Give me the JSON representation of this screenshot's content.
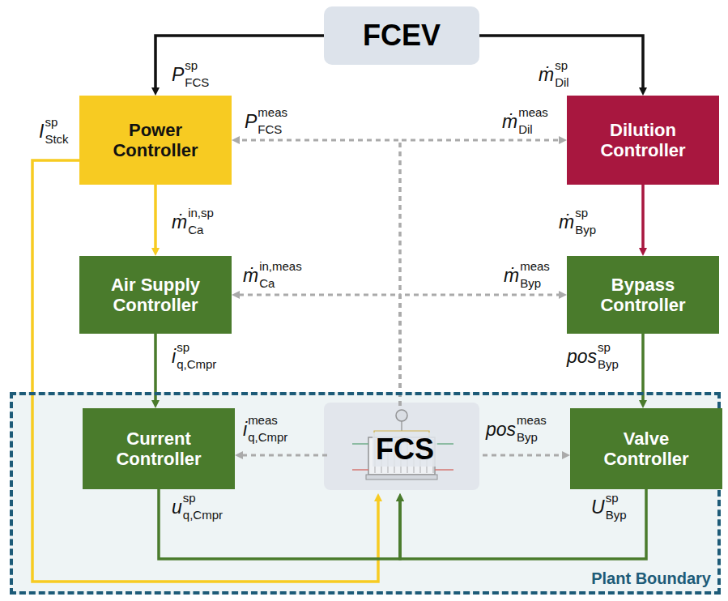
{
  "diagram": {
    "nodes": [
      {
        "text": [
          "FCEV"
        ]
      },
      {
        "text": [
          "Power Controller"
        ]
      },
      {
        "text": [
          "Dilution Controller"
        ]
      },
      {
        "text": [
          "Air Supply Controller"
        ]
      },
      {
        "text": [
          "Bypass Controller"
        ]
      },
      {
        "text": [
          "Plant Boundary"
        ]
      },
      {
        "text": [
          "Current Controller"
        ],
        "in": 5
      },
      {
        "text": [
          "FCS"
        ],
        "in": 5
      },
      {
        "text": [
          "Valve Controller"
        ],
        "in": 5
      }
    ],
    "edges": [
      {
        "from": 0,
        "to": 1,
        "arrow": "to"
      },
      {
        "from": 0,
        "to": 2,
        "arrow": "to"
      },
      {
        "from": 1,
        "to": 3,
        "arrow": "to"
      },
      {
        "from": 2,
        "to": 4,
        "arrow": "to"
      },
      {
        "from": 3,
        "to": 6,
        "arrow": "to"
      },
      {
        "from": 4,
        "to": 8,
        "arrow": "to"
      },
      {
        "from": 1,
        "to": 7,
        "arrow": "to"
      },
      {
        "from": 6,
        "to": 7,
        "arrow": "to"
      },
      {
        "from": 8,
        "to": 7,
        "arrow": "to"
      },
      {
        "from": 7,
        "to": 1,
        "arrow": "to"
      },
      {
        "from": 7,
        "to": 2,
        "arrow": "to"
      },
      {
        "from": 7,
        "to": 3,
        "arrow": "to"
      },
      {
        "from": 7,
        "to": 4,
        "arrow": "to"
      },
      {
        "from": 7,
        "to": 6,
        "arrow": "to"
      },
      {
        "from": 7,
        "to": 8,
        "arrow": "to"
      }
    ],
    "labels": [
      "P",
      "FCS",
      "sp",
      "ṁ",
      "Dil",
      "sp",
      "I",
      "Stck",
      "sp",
      "P",
      "FCS",
      "meas",
      "ṁ",
      "Dil",
      "meas",
      "ṁ",
      "Ca",
      "in,sp",
      "ṁ",
      "Ca",
      "in,meas",
      "ṁ",
      "Byp",
      "meas",
      "ṁ",
      "Byp",
      "sp",
      "i",
      "q,Cmpr",
      "sp",
      "pos",
      "Byp",
      "sp",
      "i",
      "q,Cmpr",
      "meas",
      "pos",
      "Byp",
      "meas",
      "u",
      "q,Cmpr",
      "sp",
      "U",
      "Byp",
      "sp"
    ]
  }
}
